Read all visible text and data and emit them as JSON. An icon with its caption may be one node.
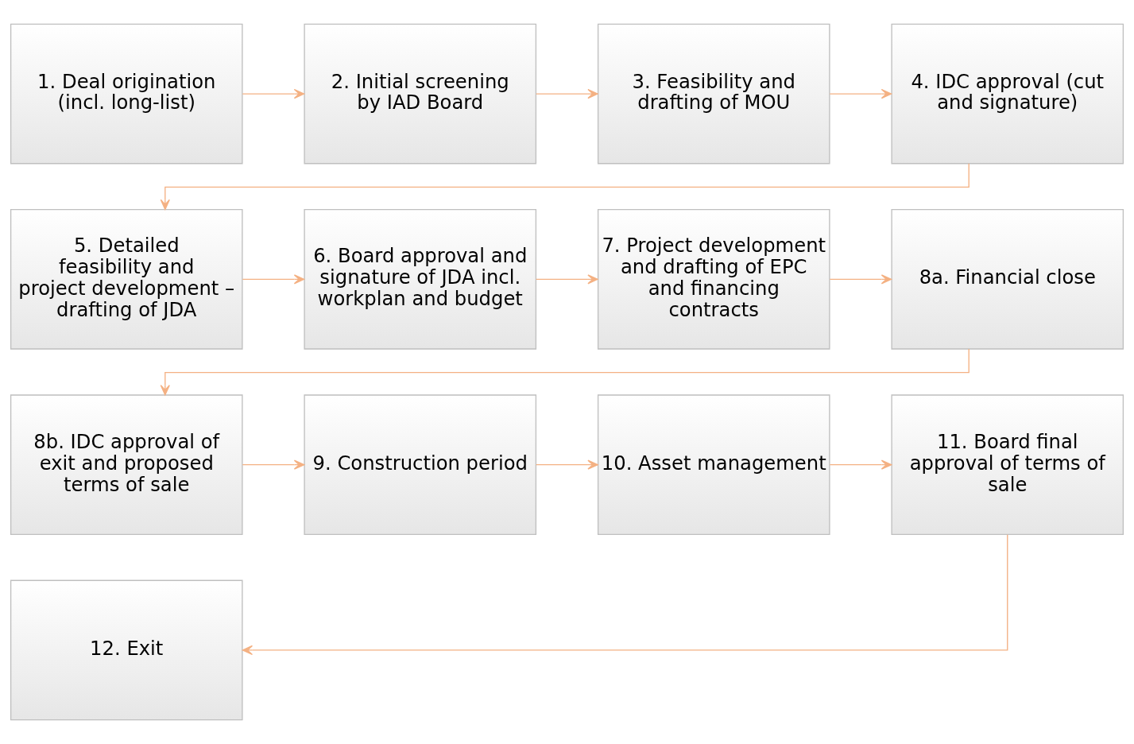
{
  "diagram": {
    "nodes": [
      {
        "text": [
          "1. Deal origination (incl. long-list)"
        ]
      },
      {
        "text": [
          "2. Initial screening by IAD Board"
        ]
      },
      {
        "text": [
          "3. Feasibility and drafting of MOU"
        ]
      },
      {
        "text": [
          "4. IDC approval (cut and signature)"
        ]
      },
      {
        "text": [
          "5. Detailed feasibility and project development – drafting of JDA"
        ]
      },
      {
        "text": [
          "6. Board approval and signature of JDA incl. workplan and budget"
        ]
      },
      {
        "text": [
          "7. Project development and drafting of EPC and financing contracts"
        ]
      },
      {
        "text": [
          "8a. Financial close"
        ]
      },
      {
        "text": [
          "8b. IDC approval of exit and proposed terms of sale"
        ]
      },
      {
        "text": [
          "9. Construction period"
        ]
      },
      {
        "text": [
          "10. Asset management"
        ]
      },
      {
        "text": [
          "11. Board final approval of terms of sale"
        ]
      },
      {
        "text": [
          "12. Exit"
        ]
      }
    ],
    "edges": [
      {
        "from": 0,
        "to": 1,
        "arrow": "to"
      },
      {
        "from": 1,
        "to": 2,
        "arrow": "to"
      },
      {
        "from": 2,
        "to": 3,
        "arrow": "to"
      },
      {
        "from": 3,
        "to": 4,
        "arrow": "to"
      },
      {
        "from": 4,
        "to": 5,
        "arrow": "to"
      },
      {
        "from": 5,
        "to": 6,
        "arrow": "to"
      },
      {
        "from": 6,
        "to": 7,
        "arrow": "to"
      },
      {
        "from": 7,
        "to": 8,
        "arrow": "to"
      },
      {
        "from": 8,
        "to": 9,
        "arrow": "to"
      },
      {
        "from": 9,
        "to": 10,
        "arrow": "to"
      },
      {
        "from": 10,
        "to": 11,
        "arrow": "to"
      },
      {
        "from": 11,
        "to": 12,
        "arrow": "to"
      }
    ]
  }
}
